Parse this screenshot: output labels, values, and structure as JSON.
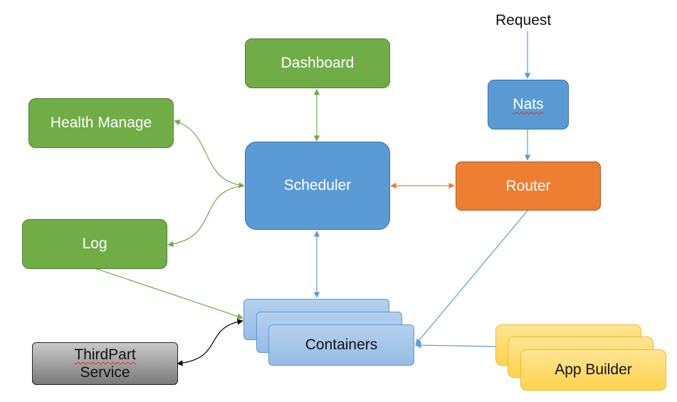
{
  "request_label": "Request",
  "nodes": {
    "dashboard": "Dashboard",
    "health_manage": "Health Manage",
    "log": "Log",
    "scheduler": "Scheduler",
    "nats": "Nats",
    "router": "Router",
    "containers": "Containers",
    "thirdpart_line1": "ThirdPart",
    "thirdpart_line2": "Service",
    "app_builder": "App Builder"
  },
  "colors": {
    "green": "#70ad47",
    "blue": "#5b9bd5",
    "orange": "#ed7d31",
    "light_blue": "#9dc3e6",
    "yellow": "#ffd966",
    "gray": "#8c8c8c"
  }
}
